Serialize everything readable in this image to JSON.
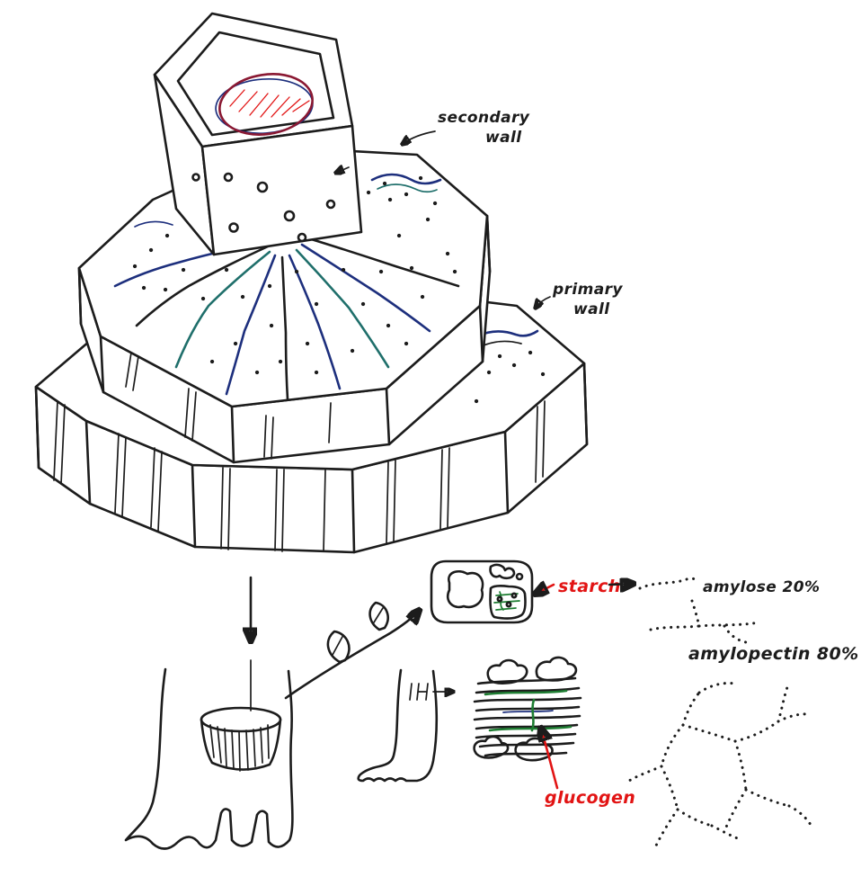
{
  "labels": {
    "secondary_wall_line1": "secondary",
    "secondary_wall_line2": "wall",
    "primary_wall_line1": "primary",
    "primary_wall_line2": "wall",
    "starch": "starch",
    "amylose": "amylose 20%",
    "amylopectin": "amylopectin 80%",
    "glucogen": "glucogen"
  },
  "colors": {
    "ink": "#1c1c1c",
    "red": "#e21414",
    "darkred": "#8a1832",
    "navy": "#1d2f7d",
    "teal": "#1f6f6b",
    "green": "#1e7d32"
  }
}
